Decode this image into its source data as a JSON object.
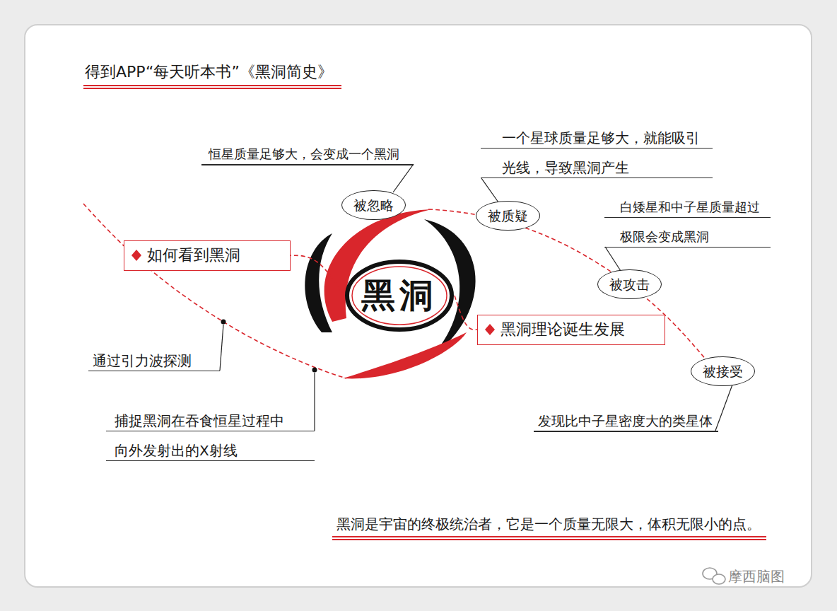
{
  "diagram": {
    "title": "得到APP“每天听本书”《黑洞简史》",
    "caption": "黑洞是宇宙的终极统治者，它是一个质量无限大，体积无限小的点。",
    "nodes": [
      {
        "text": [
          "黑洞"
        ]
      },
      {
        "text": [
          "如何看到黑洞"
        ]
      },
      {
        "text": [
          "黑洞理论诞生发展"
        ]
      },
      {
        "text": [
          "被忽略"
        ]
      },
      {
        "text": [
          "被质疑"
        ]
      },
      {
        "text": [
          "被攻击"
        ]
      },
      {
        "text": [
          "被接受"
        ]
      }
    ],
    "edges": [
      {
        "from": 0,
        "to": 1,
        "arrow": "none"
      },
      {
        "from": 0,
        "to": 2,
        "arrow": "none"
      }
    ],
    "labels": [
      "恒星质量足够大，会变成一个黑洞",
      "一个星球质量足够大，就能吸引 光线，导致黑洞产生",
      "白矮星和中子星质量超过 极限会变成黑洞",
      "发现比中子星密度大的类星体",
      "通过引力波探测",
      "捕捉黑洞在吞食恒星过程中 向外发射出的X射线",
      "摩西脑图"
    ]
  }
}
